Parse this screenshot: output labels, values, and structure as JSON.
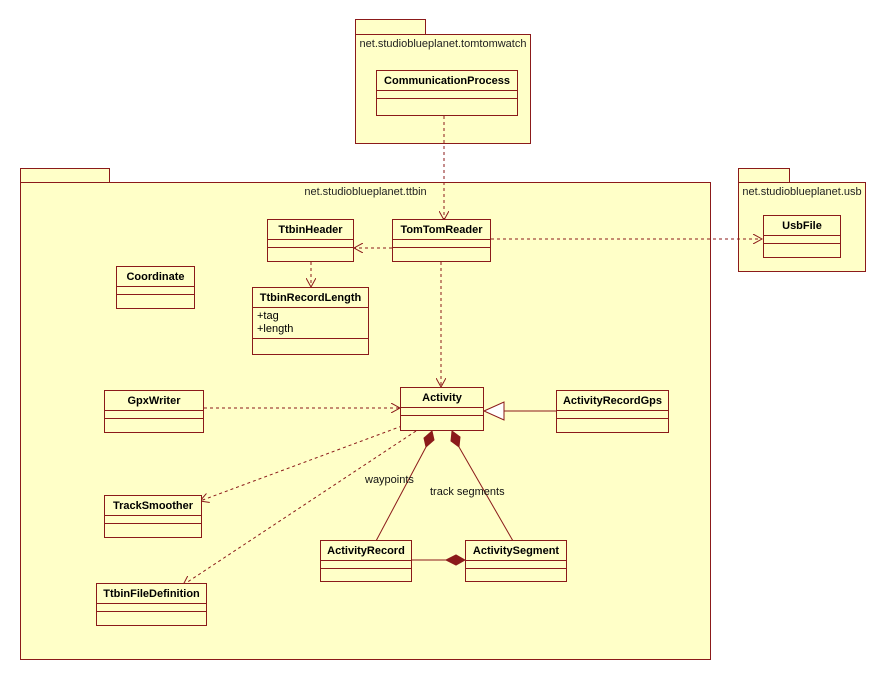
{
  "packages": {
    "tomtomwatch": {
      "name": "net.studioblueplanet.tomtomwatch"
    },
    "ttbin": {
      "name": "net.studioblueplanet.ttbin"
    },
    "usb": {
      "name": "net.studioblueplanet.usb"
    }
  },
  "classes": {
    "communication_process": {
      "name": "CommunicationProcess"
    },
    "ttbin_header": {
      "name": "TtbinHeader"
    },
    "tomtom_reader": {
      "name": "TomTomReader"
    },
    "usb_file": {
      "name": "UsbFile"
    },
    "coordinate": {
      "name": "Coordinate"
    },
    "ttbin_record_length": {
      "name": "TtbinRecordLength",
      "attributes": [
        "+tag",
        "+length"
      ]
    },
    "gpx_writer": {
      "name": "GpxWriter"
    },
    "activity": {
      "name": "Activity"
    },
    "activity_record_gps": {
      "name": "ActivityRecordGps"
    },
    "track_smoother": {
      "name": "TrackSmoother"
    },
    "activity_record": {
      "name": "ActivityRecord"
    },
    "activity_segment": {
      "name": "ActivitySegment"
    },
    "ttbin_file_definition": {
      "name": "TtbinFileDefinition"
    }
  },
  "associations": {
    "waypoints": "waypoints",
    "track_segments": "track segments"
  },
  "colors": {
    "fill": "#ffffc8",
    "border": "#8b1a1a",
    "line": "#8b1a1a"
  }
}
